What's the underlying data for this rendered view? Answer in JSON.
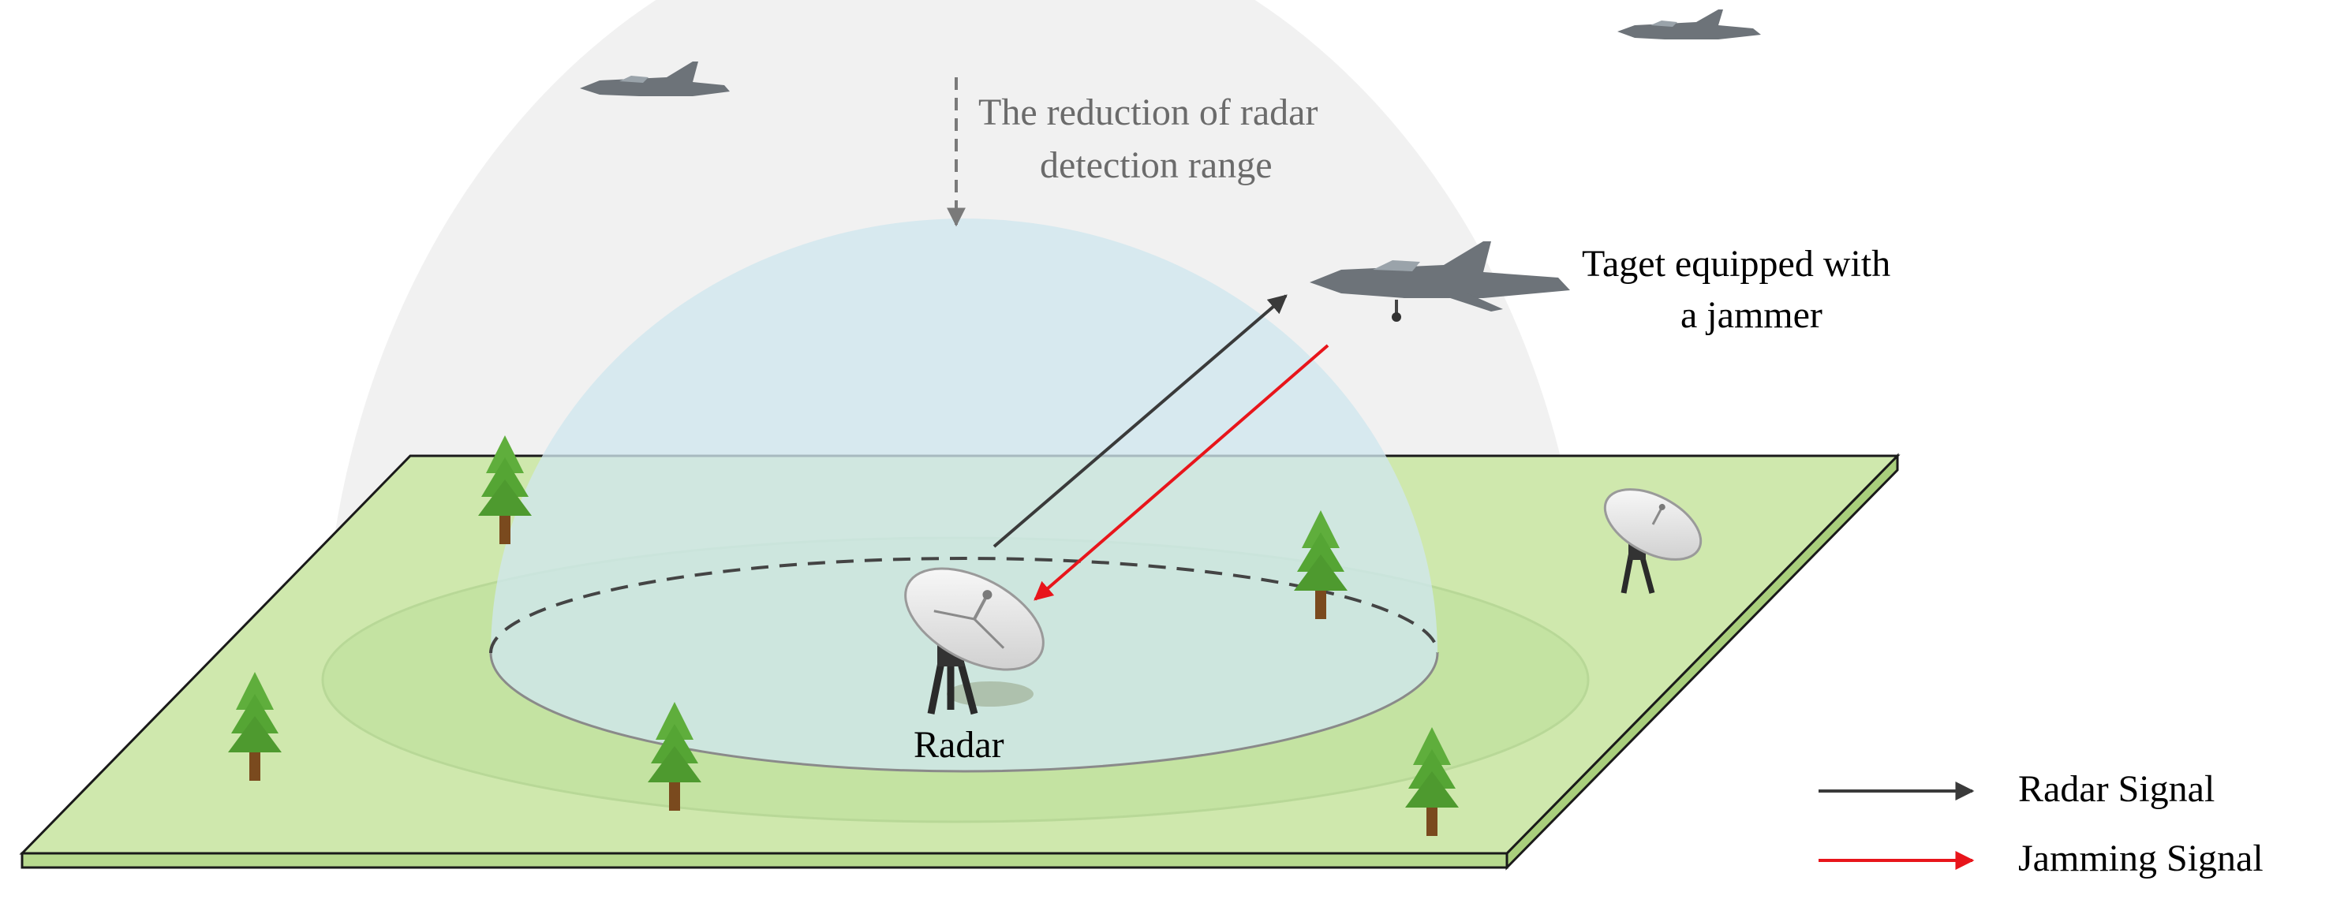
{
  "annotation": {
    "line1": "The reduction of radar",
    "line2": "detection range"
  },
  "target_label": {
    "line1": "Taget equipped with",
    "line2": "a jammer"
  },
  "radar_label": "Radar",
  "legend": {
    "radar_signal": "Radar Signal",
    "jamming_signal": "Jamming Signal"
  },
  "colors": {
    "ground": "#cfe8ad",
    "ground_edge": "#b7d98e",
    "outer_dome": "#eeeeee",
    "inner_dome": "#d4ebf2",
    "tree_foliage": "#5fae3c",
    "tree_trunk": "#7a4a1e",
    "radar_signal": "#3a3a3a",
    "jamming_signal": "#e8151b",
    "annotation_text": "#6b6b6b",
    "aircraft": "#6d7379"
  }
}
